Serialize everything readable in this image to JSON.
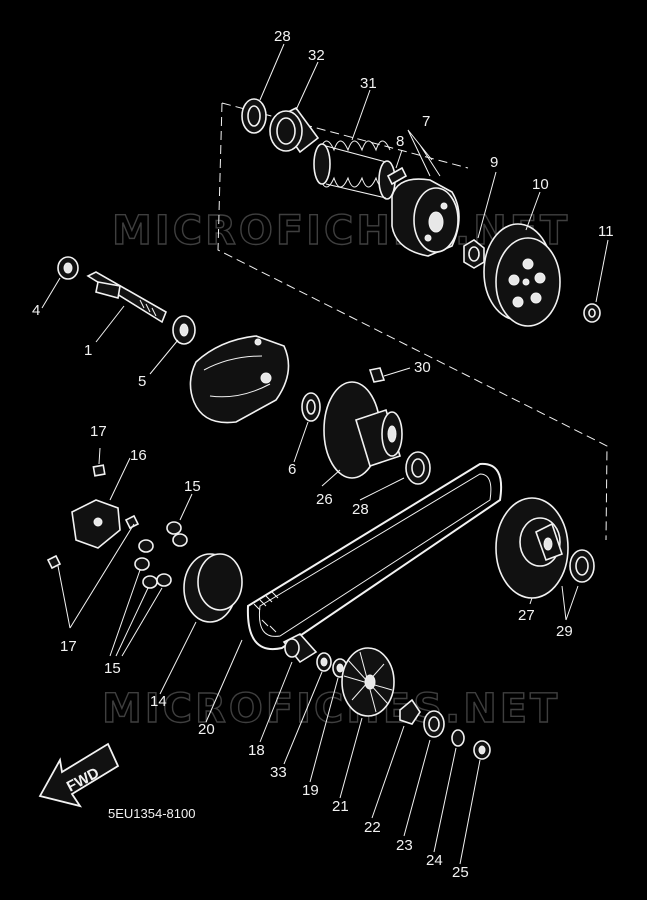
{
  "diagram": {
    "drawing_code": "5EU1354-8100",
    "forward_label": "FWD",
    "watermarks": [
      "MICROFICHES.NET",
      "MICROFICHES.NET"
    ],
    "callouts": [
      "28",
      "32",
      "31",
      "7",
      "8",
      "9",
      "10",
      "11",
      "4",
      "1",
      "5",
      "30",
      "6",
      "26",
      "28",
      "17",
      "16",
      "15",
      "17",
      "15",
      "14",
      "20",
      "18",
      "33",
      "19",
      "21",
      "22",
      "23",
      "24",
      "25",
      "27",
      "29"
    ]
  }
}
